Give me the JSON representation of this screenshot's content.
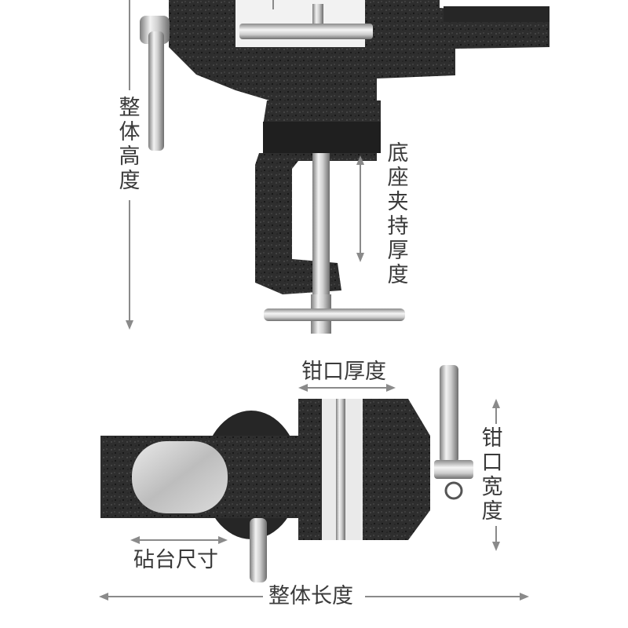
{
  "labels": {
    "overall_height": "整体高度",
    "base_clamp_thickness": "底座夹持厚度",
    "jaw_thickness": "钳口厚度",
    "jaw_width": "钳口宽度",
    "anvil_size": "砧台尺寸",
    "overall_length": "整体长度"
  },
  "colors": {
    "cast_iron": "#2f2f2f",
    "cast_iron_dark": "#1c1c1c",
    "steel": "#c9c9c9",
    "dimension_line": "#8a8a8a",
    "text": "#3a3a3a"
  }
}
